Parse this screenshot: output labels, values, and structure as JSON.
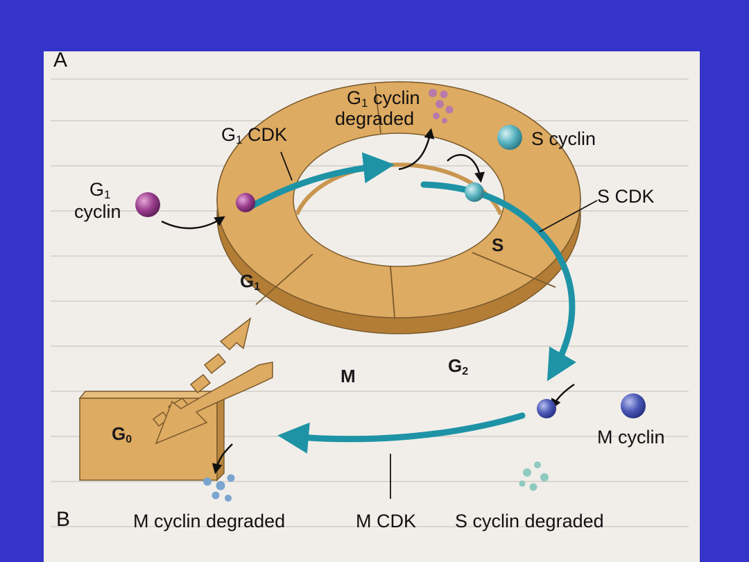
{
  "slide": {
    "background_color": "#3434c9",
    "panel_color": "#f1eeea"
  },
  "colors": {
    "arrow_teal": "#1e93a6",
    "ring_tan": "#deab62",
    "g1_cyclin": "#9a3d8e",
    "s_cyclin": "#58b3c0",
    "m_cyclin": "#4a58b6"
  },
  "panel_letters": {
    "a": "A",
    "b": "B"
  },
  "labels": {
    "g1_cyclin_degraded_line1": "cyclin",
    "g1_cyclin_degraded_line2": "degraded",
    "g1_cdk_suffix": "CDK",
    "s_cyclin": "S cyclin",
    "s_cdk": "S CDK",
    "g1_cyclin_line2": "cyclin",
    "m_cyclin": "M cyclin",
    "m_cyclin_degraded": "M cyclin degraded",
    "m_cdk": "M CDK",
    "s_cyclin_degraded": "S cyclin degraded",
    "g_letter": "G",
    "sub_one": "1",
    "sub_zero": "0",
    "sub_two": "2"
  },
  "stages": {
    "s": "S",
    "m": "M",
    "g_prefix": "G"
  },
  "icons": [
    "g1-cyclin-molecule-icon",
    "s-cyclin-molecule-icon",
    "m-cyclin-molecule-icon",
    "degraded-fragments-icon"
  ]
}
